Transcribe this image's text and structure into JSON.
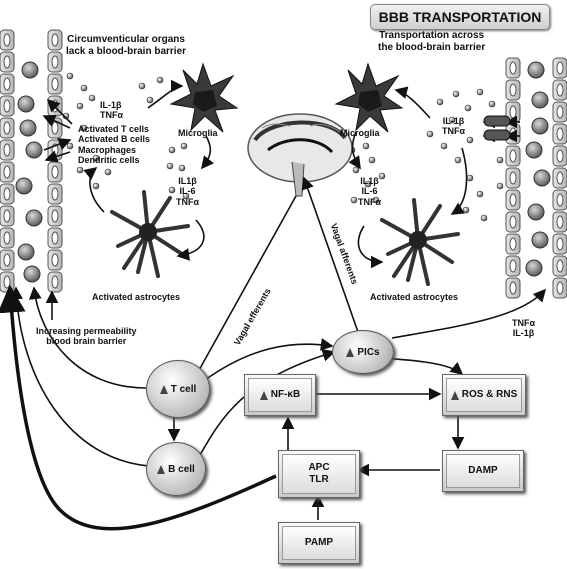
{
  "header": {
    "badge": "BBB TRANSPORTATION",
    "left_title_line1": "Circumventicular organs",
    "left_title_line2": "lack a blood-brain barrier",
    "right_title_line1": "Transportation across",
    "right_title_line2": "the blood-brain barrier"
  },
  "left_panel": {
    "cytokines": [
      "IL-1β",
      "TNFα"
    ],
    "cells": [
      "Activated T cells",
      "Activated B cells",
      "Macrophages",
      "Dendritic cells"
    ],
    "microglia_label": "Microglia",
    "microglia_cytokines": [
      "IL1β",
      "IL-6",
      "TNFα"
    ],
    "astrocytes_label": "Activated astrocytes",
    "permeability_line1": "Increasing permeability",
    "permeability_line2": "blood brain barrier"
  },
  "right_panel": {
    "cytokines": [
      "IL-1β",
      "TNFα"
    ],
    "microglia_label": "Microglia",
    "microglia_cytokines": [
      "IL1β",
      "IL-6",
      "TNFα"
    ],
    "astrocytes_label": "Activated astrocytes",
    "transport_cytokines": [
      "TNFα",
      "IL-1β"
    ]
  },
  "pathways": {
    "vagal_left": "Vagal efferents",
    "vagal_right": "Vagal afferents"
  },
  "nodes": {
    "pics": "PICs",
    "t_cell": "T cell",
    "b_cell": "B cell",
    "nfkb": "NF-κB",
    "ros_rns": "ROS & RNS",
    "apc": "APC",
    "tlr": "TLR",
    "damp": "DAMP",
    "pamp": "PAMP"
  },
  "colors": {
    "cell_fill": "#8a8a8a",
    "box_fill": "#e6e6e6",
    "arrow": "#111111"
  }
}
